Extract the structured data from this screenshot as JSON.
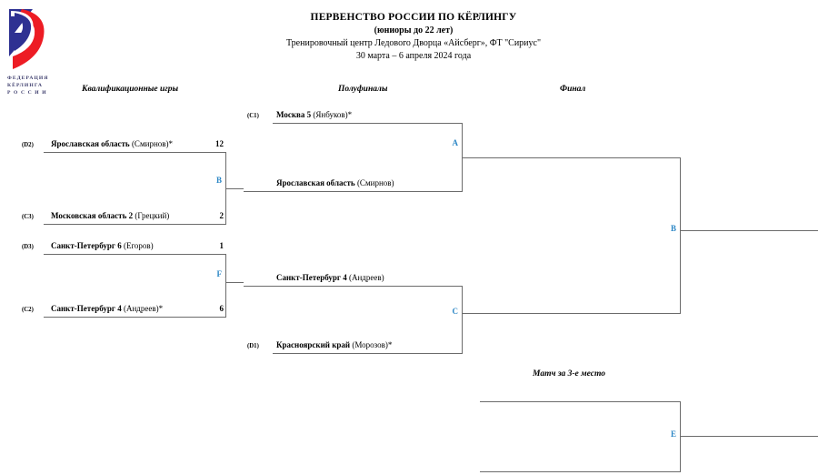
{
  "federation": {
    "logo_name": "russian-curling-federation-logo",
    "line1": "ФЕДЕРАЦИЯ",
    "line2": "КЁРЛИНГА",
    "line3": "Р О С С И И",
    "colors": {
      "blue": "#2e3192",
      "red": "#ed1c24",
      "text": "#3b3b6b"
    }
  },
  "header": {
    "title": "ПЕРВЕНСТВО РОССИИ ПО КЁРЛИНГУ",
    "subtitle": "(юниоры до 22 лет)",
    "venue": "Тренировочный центр Ледового Дворца «Айсберг», ФТ \"Сириус\"",
    "dates": "30 марта – 6 апреля 2024 года"
  },
  "columns": {
    "qualification": "Квалификационные игры",
    "semifinals": "Полуфиналы",
    "final": "Финал",
    "third_place": "Матч за 3-е место"
  },
  "accent_color": "#2b86c5",
  "line_color": "#6b6b6b",
  "qualification": [
    {
      "match_label": "B",
      "top": {
        "seed": "(D2)",
        "name": "Ярославская область",
        "skip": "(Смирнов)*",
        "score": "12"
      },
      "bottom": {
        "seed": "(C3)",
        "name": "Московская область 2",
        "skip": "(Грецкий)",
        "score": "2"
      }
    },
    {
      "match_label": "F",
      "top": {
        "seed": "(D3)",
        "name": "Санкт-Петербург 6",
        "skip": "(Егоров)",
        "score": "1"
      },
      "bottom": {
        "seed": "(C2)",
        "name": "Санкт-Петербург 4",
        "skip": "(Андреев)*",
        "score": "6"
      }
    }
  ],
  "semifinals": [
    {
      "match_label": "A",
      "top": {
        "seed": "(C1)",
        "name": "Москва 5",
        "skip": "(Янбуков)*"
      },
      "bottom": {
        "seed": "",
        "name": "Ярославская область",
        "skip": "(Смирнов)"
      }
    },
    {
      "match_label": "C",
      "top": {
        "seed": "",
        "name": "Санкт-Петербург 4",
        "skip": "(Андреев)"
      },
      "bottom": {
        "seed": "(D1)",
        "name": "Красноярский край",
        "skip": "(Морозов)*"
      }
    }
  ],
  "final": {
    "match_label": "B"
  },
  "third_place": {
    "match_label": "E"
  }
}
